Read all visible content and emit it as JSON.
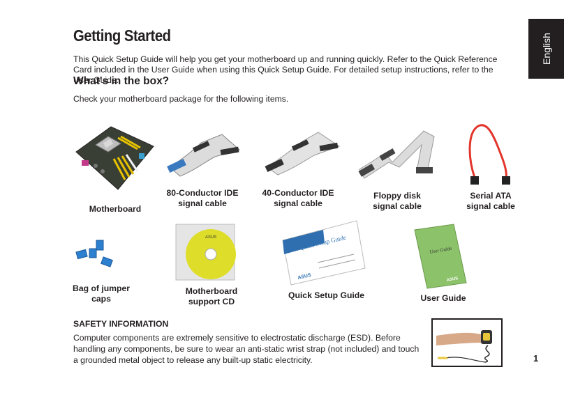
{
  "title": "Getting Started",
  "intro": "This Quick Setup Guide will help you get your motherboard up and running quickly. Refer to the Quick Reference Card included in the User Guide when using this Quick Setup Guide. For detailed setup instructions, refer to the User Guide.",
  "box_heading": "What's in the box?",
  "box_intro": "Check your motherboard package for the following items.",
  "side_tab": "English",
  "items": [
    {
      "line1": "Motherboard",
      "line2": ""
    },
    {
      "line1": "80-Conductor IDE",
      "line2": "signal cable"
    },
    {
      "line1": "40-Conductor IDE",
      "line2": "signal cable"
    },
    {
      "line1": "Floppy disk",
      "line2": "signal cable"
    },
    {
      "line1": "Serial ATA",
      "line2": "signal cable"
    },
    {
      "line1": "Bag of jumper",
      "line2": "caps"
    },
    {
      "line1": "Motherboard",
      "line2": "support CD"
    },
    {
      "line1": "Quick Setup Guide",
      "line2": ""
    },
    {
      "line1": "User Guide",
      "line2": ""
    }
  ],
  "image_text": {
    "cd_logo": "ASUS",
    "qsg_title": "Quick Setup Guide",
    "qsg_logo": "ASUS",
    "ug_title": "User Guide",
    "ug_logo": "ASUS"
  },
  "safety_heading": "SAFETY INFORMATION",
  "safety_text": "Computer components are extremely sensitive to electrostatic discharge (ESD).  Before handling any components, be sure to wear an anti-static wrist strap (not included) and touch a grounded metal object to release any built-up static electricity.",
  "page_number": "1",
  "colors": {
    "text": "#231f20",
    "tab_bg": "#231f20",
    "sata_red": "#e2352b",
    "jumper_blue": "#2d7fd0"
  }
}
